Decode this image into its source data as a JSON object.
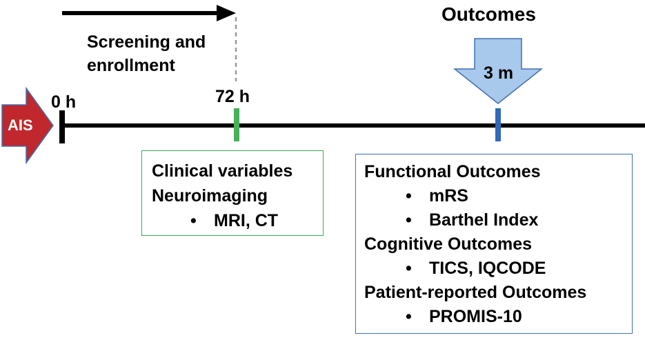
{
  "timeline": {
    "screening": {
      "line1": "Screening and",
      "line2": "enrollment"
    },
    "start_label": "AIS",
    "t0": "0 h",
    "t72": "72 h",
    "outcomes_title": "Outcomes",
    "outcomes_time": "3 m"
  },
  "baseline_box": {
    "line1": "Clinical variables",
    "line2": "Neuroimaging",
    "bullet1": "MRI, CT"
  },
  "outcomes_box": {
    "heading1": "Functional Outcomes",
    "bullet1": "mRS",
    "bullet2": "Barthel Index",
    "heading2": "Cognitive Outcomes",
    "bullet3": "TICS, IQCODE",
    "heading3": "Patient-reported Outcomes",
    "bullet4": "PROMIS-10"
  },
  "colors": {
    "ais_arrow": "#c0282d",
    "green_marker": "#44b259",
    "blue_marker": "#2e6bb8",
    "outcome_arrow_fill": "#a8c8ec",
    "outcome_arrow_stroke": "#3f6fae"
  }
}
